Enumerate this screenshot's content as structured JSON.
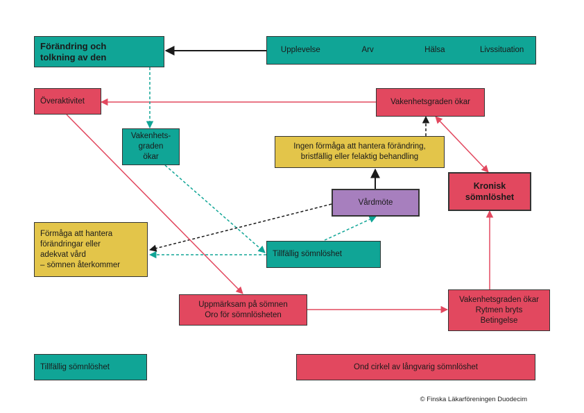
{
  "boxes": {
    "forandring": [
      "Förändring och",
      "tolkning av den"
    ],
    "upplevelse": [
      "Upplevelse",
      "Arv",
      "Hälsa",
      "Livssituation"
    ],
    "overaktivitet": "Överaktivitet",
    "vakenhet_okar_top": "Vakenhetsgraden ökar",
    "vakenhet_teal": [
      "Vakenhets-",
      "graden",
      "ökar"
    ],
    "ingen_formaga": [
      "Ingen förmåga att hantera förändring,",
      "bristfällig eller felaktig behandling"
    ],
    "kronisk": [
      "Kronisk",
      "sömnlöshet"
    ],
    "vardmote": "Vårdmöte",
    "formaga": [
      "Förmåga att hantera",
      "förändringar eller",
      "adekvat vård",
      "– sömnen återkommer"
    ],
    "tillfallig_center": "Tillfällig sömnlöshet",
    "uppmarksam": [
      "Uppmärksam på sömnen",
      "Oro för sömnlösheten"
    ],
    "vakenhet_rytmen": [
      "Vakenhetsgraden ökar",
      "Rytmen bryts",
      "Betingelse"
    ]
  },
  "legend": {
    "teal_label": "Tillfällig sömnlöshet",
    "red_label": "Ond cirkel av långvarig sömnlöshet"
  },
  "copyright": "© Finska Läkarföreningen Duodecim",
  "colors": {
    "teal": "#10a596",
    "red": "#e2485f",
    "yellow": "#e3c54a",
    "purple": "#a77fbe"
  }
}
